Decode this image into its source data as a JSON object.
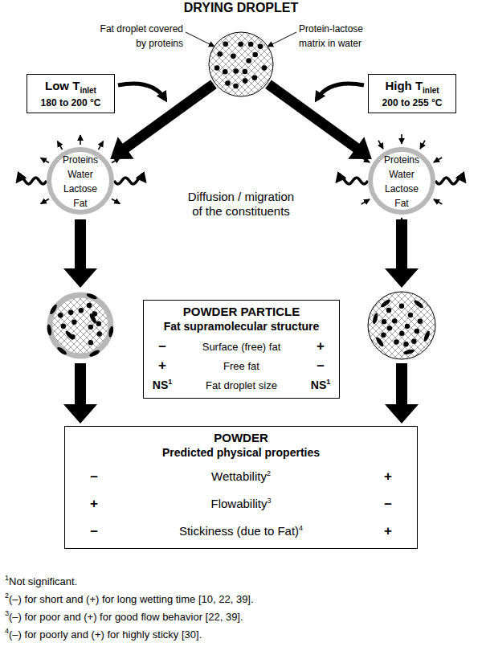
{
  "diagram": {
    "nodes": [
      {
        "text": [
          "DRYING DROPLET"
        ]
      },
      {
        "text": [
          "Low T",
          "inlet",
          "180 to 200 °C"
        ]
      },
      {
        "text": [
          "High T",
          "inlet",
          "200 to 255 °C"
        ]
      },
      {
        "text": [
          "Proteins",
          "Water",
          "Lactose",
          "Fat"
        ]
      },
      {
        "text": [
          "Proteins",
          "Water",
          "Lactose",
          "Fat"
        ]
      },
      {
        "text": [
          "POWDER PARTICLE",
          "Fat supramolecular structure",
          "–",
          "Surface (free) fat",
          "+",
          "+",
          "Free fat",
          "–",
          "NS",
          "1",
          "Fat droplet size",
          "NS",
          "1"
        ]
      },
      {
        "text": [
          "POWDER",
          "Predicted physical properties",
          "–",
          "Wettability",
          "2",
          "+",
          "+",
          "Flowability",
          "3",
          "–",
          "–",
          "Stickiness (due to Fat)",
          "4",
          "+"
        ]
      }
    ],
    "edges": [
      {
        "from": 0,
        "to": 3,
        "arrow": "to"
      },
      {
        "from": 0,
        "to": 4,
        "arrow": "to"
      }
    ],
    "labels": [
      "Fat droplet covered by proteins",
      "Protein-lactose matrix in water",
      "Diffusion / migration of the constituents",
      "1",
      "Not significant.",
      "2",
      "(–) for short and (+) for long wetting time [10, 22, 39].",
      "3",
      "(–) for poor and (+) for good flow behavior [22, 39].",
      "4",
      "(–) for poorly and (+) for highly sticky [30]."
    ]
  }
}
